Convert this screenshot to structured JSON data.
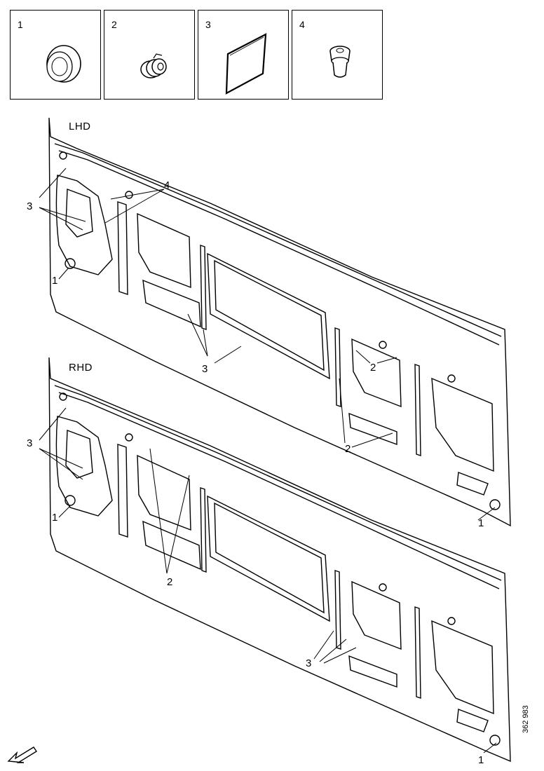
{
  "parts_legend": [
    {
      "number": "1",
      "icon": "plug-icon"
    },
    {
      "number": "2",
      "icon": "grommet-clip-icon"
    },
    {
      "number": "3",
      "icon": "sealing-pad-icon"
    },
    {
      "number": "4",
      "icon": "rubber-buffer-icon"
    }
  ],
  "views": {
    "lhd": {
      "label": "LHD",
      "callouts": {
        "a": "4",
        "b": "3",
        "c": "1",
        "d": "3",
        "e": "2",
        "f": "2"
      }
    },
    "rhd": {
      "label": "RHD",
      "callouts": {
        "a": "3",
        "b": "1",
        "c": "2",
        "d": "1",
        "e": "3",
        "f": "1"
      }
    }
  },
  "reference_code": "362 983",
  "direction_icon": "front-direction-arrow-icon"
}
